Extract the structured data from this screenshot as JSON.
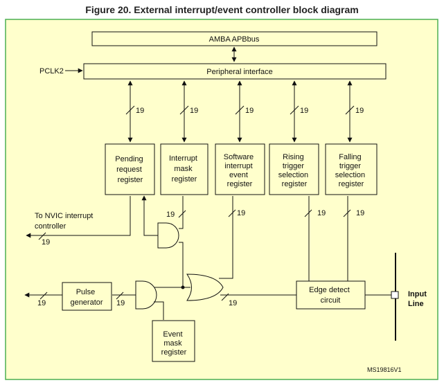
{
  "title": "Figure 20. External interrupt/event controller block diagram",
  "amba_bus": "AMBA APBbus",
  "pclk": "PCLK2",
  "peripheral_interface": "Peripheral interface",
  "bus_width": "19",
  "registers": [
    {
      "lines": [
        "Pending",
        "request",
        "register"
      ]
    },
    {
      "lines": [
        "Interrupt",
        "mask",
        "register"
      ]
    },
    {
      "lines": [
        "Software",
        "interrupt",
        "event",
        "register"
      ]
    },
    {
      "lines": [
        "Rising",
        "trigger",
        "selection",
        "register"
      ]
    },
    {
      "lines": [
        "Falling",
        "trigger",
        "selection",
        "register"
      ]
    }
  ],
  "nvic": {
    "lines": [
      "To NVIC interrupt",
      "controller"
    ]
  },
  "pulse_generator": {
    "lines": [
      "Pulse",
      "generator"
    ]
  },
  "edge_detect": {
    "lines": [
      "Edge detect",
      "circuit"
    ]
  },
  "event_mask": {
    "lines": [
      "Event",
      "mask",
      "register"
    ]
  },
  "input_line": {
    "lines": [
      "Input",
      "Line"
    ]
  },
  "ref_code": "MS19816V1",
  "colors": {
    "background": "#ffffcc",
    "border": "#4caf50",
    "lines": "#111111"
  }
}
